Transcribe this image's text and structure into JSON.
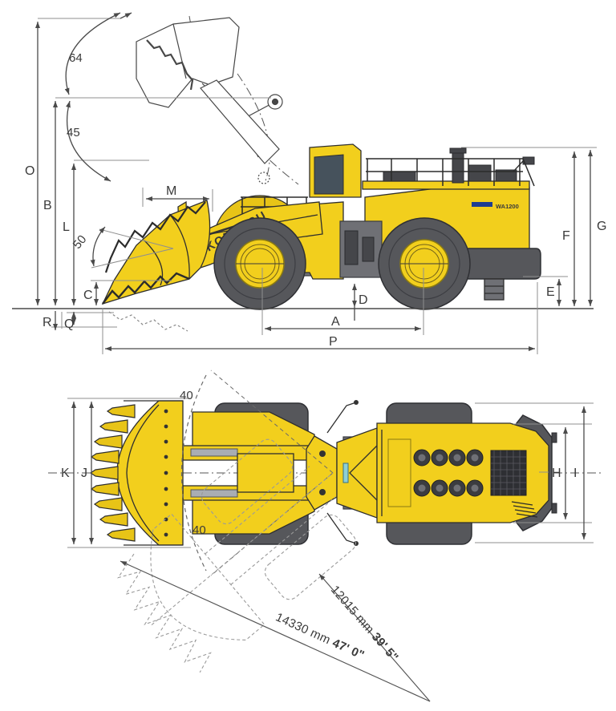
{
  "meta": {
    "description": "Komatsu WA1200 wheel loader dimension specification diagram",
    "views": [
      "side view",
      "top view"
    ]
  },
  "colors": {
    "body_yellow": "#F2CF1D",
    "tire_gray": "#56575B",
    "brand_blue": "#1D3D92",
    "line_dark": "#2e2e2e",
    "dim_line": "#4a4a4a"
  },
  "machine": {
    "brand": "KOMATSU",
    "model_decal": "WA1200"
  },
  "side_view": {
    "dims": {
      "O": "O",
      "B": "B",
      "L": "L",
      "M": "M",
      "C": "C",
      "R": "R",
      "Q": "Q",
      "A": "A",
      "P": "P",
      "D": "D",
      "E": "E",
      "F": "F",
      "G": "G"
    },
    "angles": {
      "dump_top": "64",
      "dump_mid": "45",
      "rollback_ground": "50"
    }
  },
  "top_view": {
    "dims": {
      "K": "K",
      "J": "J",
      "H": "H",
      "I": "I"
    },
    "angles": {
      "steer_up": "40",
      "steer_down": "40"
    },
    "radii": {
      "turning": {
        "metric": "12015 mm",
        "imperial": "39' 5\""
      },
      "clearance": {
        "metric": "14330 mm",
        "imperial": "47' 0\""
      }
    }
  }
}
